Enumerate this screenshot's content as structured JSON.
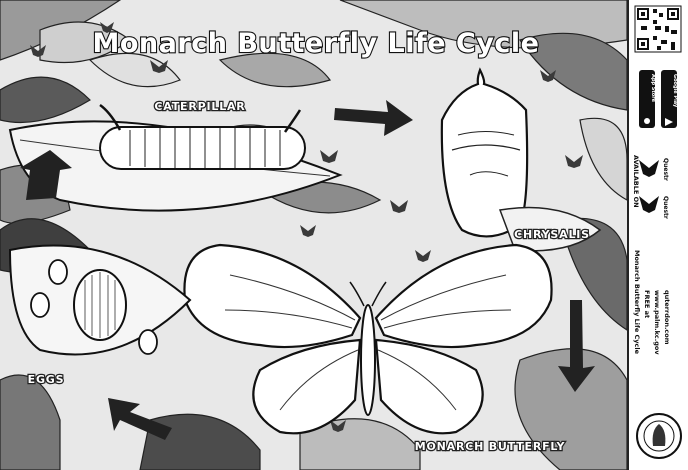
{
  "title": "Monarch Butterfly Life Cycle",
  "stages": {
    "caterpillar": "CATERPILLAR",
    "chrysalis": "CHRYSALIS",
    "eggs": "EGGS",
    "butterfly": "MONARCH BUTTERFLY"
  },
  "sidebar": {
    "app_store": "App Store",
    "google_play": "Google Play",
    "available_on": "AVAILABLE ON",
    "app_name_1": "Questr",
    "app_name_2": "Questr",
    "credit_title": "Monarch Butterfly Life Cycle",
    "credit_line": "FREE at",
    "url_1": "www.palm.kc.gov",
    "url_2": "quterrdon.com"
  },
  "colors": {
    "ink": "#111111",
    "dark_leaf": "#4a4a4a",
    "mid_leaf": "#8a8a8a",
    "light_leaf": "#c8c8c8",
    "pale": "#e6e6e6"
  }
}
